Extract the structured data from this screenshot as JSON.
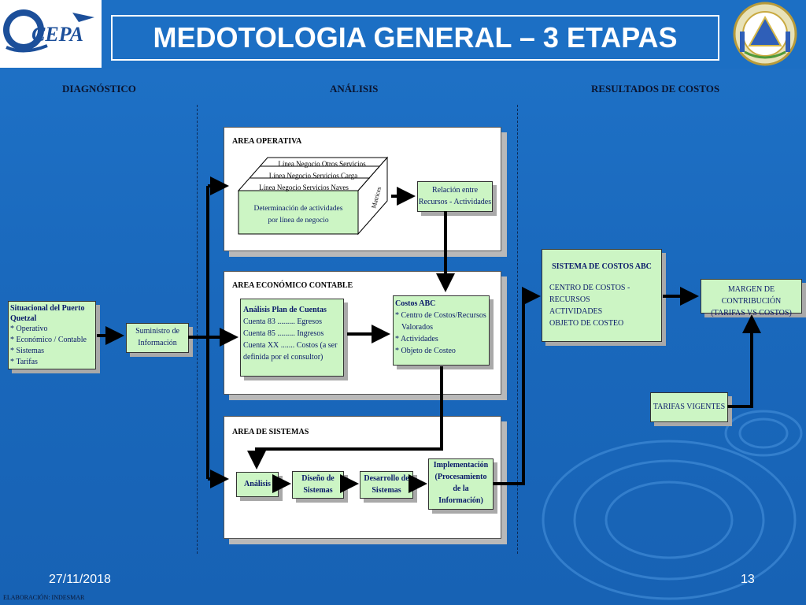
{
  "header": {
    "logo_text": "CEPA",
    "title": "MEDOTOLOGIA GENERAL – 3 ETAPAS"
  },
  "stages": {
    "diagnostico": "DIAGNÓSTICO",
    "analisis": "ANÁLISIS",
    "resultados": "RESULTADOS DE COSTOS"
  },
  "diagnostico": {
    "situacional_title_1": "Situacional del Puerto",
    "situacional_title_2": "Quetzal",
    "situacional_items": [
      "* Operativo",
      "* Económico / Contable",
      "* Sistemas",
      "* Tarifas"
    ],
    "suministro_1": "Suministro de",
    "suministro_2": "Información"
  },
  "area_operativa": {
    "title": "AREA OPERATIVA",
    "layers": [
      "Línea Negocio Otros Servicios",
      "Línea Negocio Servicios Carga",
      "Línea Negocio Servicios Naves"
    ],
    "front_1": "Determinación de actividades",
    "front_2": "por línea de negocio",
    "side_label": "Matrices",
    "relacion_1": "Relación entre",
    "relacion_2": "Recursos - Actividades"
  },
  "area_economico": {
    "title": "AREA ECONÓMICO CONTABLE",
    "plan_title": "Análisis Plan de Cuentas",
    "plan_lines": [
      "Cuenta 83 .........  Egresos",
      "Cuenta 85 .........  Ingresos",
      "Cuenta XX .......  Costos (a ser",
      "definida por el consultor)"
    ],
    "abc_title": "Costos ABC",
    "abc_lines": [
      "* Centro de Costos/Recursos",
      "   Valorados",
      "* Actividades",
      "* Objeto de Costeo"
    ]
  },
  "area_sistemas": {
    "title": "AREA DE SISTEMAS",
    "analisis": "Análisis",
    "diseno_1": "Diseño de",
    "diseno_2": "Sistemas",
    "desarrollo_1": "Desarrollo de",
    "desarrollo_2": "Sistemas",
    "impl_lines": [
      "Implementación",
      "(Procesamiento",
      "de la",
      "Información)"
    ]
  },
  "resultados": {
    "sistema_title": "SISTEMA DE COSTOS ABC",
    "sistema_lines": [
      "CENTRO DE COSTOS - RECURSOS",
      "ACTIVIDADES",
      "OBJETO DE COSTEO"
    ],
    "margen_1": "MARGEN DE CONTRIBUCIÓN",
    "margen_2": "(TARIFAS VS COSTOS)",
    "tarifas": "TARIFAS VIGENTES"
  },
  "footer": {
    "date": "27/11/2018",
    "page": "13",
    "credit": "ELABORACIÓN: INDESMAR"
  },
  "colors": {
    "background": "#1a69bd",
    "box_fill": "#ccf5c4",
    "arrow": "#000000"
  }
}
